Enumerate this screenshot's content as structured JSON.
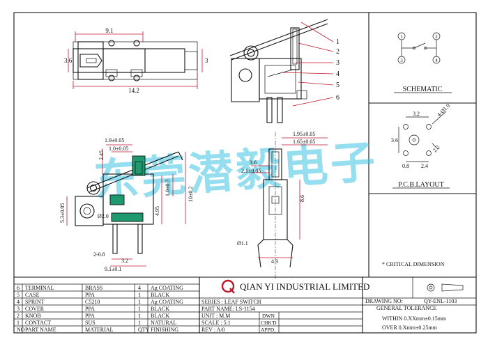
{
  "watermark": "东莞潜毅电子",
  "company": {
    "name": "QIAN YI INDUSTRIAL LIMITED",
    "logo_letter": "Q"
  },
  "schematic": {
    "title": "SCHEMATIC",
    "pins": [
      "1",
      "2",
      "3",
      "4"
    ]
  },
  "pcb": {
    "title": "P.C.B.LAYOUT",
    "dims": [
      "3.2",
      "4-Ø1.0",
      "3.6",
      "0.8",
      "2.4",
      "2.2"
    ]
  },
  "critical_note": "* CRITICAL  DIMENSION",
  "callouts": [
    "1",
    "2",
    "3",
    "4",
    "5",
    "6"
  ],
  "top_view_dims": [
    "9.1",
    "3.6",
    "3",
    "14.2"
  ],
  "front_view_dims": [
    "1.9±0.05",
    "1.0±0.05",
    "2.45",
    "1.0±0.3",
    "10±0.2",
    "4.95",
    "5.3±0.05",
    "Ø2.0",
    "2-0.8",
    "3.2",
    "9.1±0.1"
  ],
  "side_view_dims": [
    "1.95±0.05",
    "1.65±0.05",
    "3.6",
    "2.1±0.05",
    "8.6",
    "Ø1.1",
    "4.3"
  ],
  "parts_table": {
    "rows": [
      {
        "no": "6",
        "name": "TERMINAL",
        "material": "BRASS",
        "qty": "4",
        "finishing": "Ag COATING"
      },
      {
        "no": "5",
        "name": "CASE",
        "material": "PPA",
        "qty": "1",
        "finishing": "BLACK"
      },
      {
        "no": "4",
        "name": "SPRINT",
        "material": "C5210",
        "qty": "1",
        "finishing": "Ag COATING"
      },
      {
        "no": "3",
        "name": "COVER",
        "material": "PPA",
        "qty": "1",
        "finishing": "BLACK"
      },
      {
        "no": "2",
        "name": "KNOB",
        "material": "PPA",
        "qty": "1",
        "finishing": "BLACK"
      },
      {
        "no": "1",
        "name": "CONTACT",
        "material": "SUS",
        "qty": "1",
        "finishing": "NATURAL"
      }
    ],
    "header": {
      "no": "NO",
      "name": "PART NAME",
      "material": "MATERIAL",
      "qty": "QTY",
      "finishing": "FINISHING"
    }
  },
  "title_block": {
    "series": "SERIES : LEAF SWITCH",
    "part_name": "PART NAME: LS-1154",
    "unit": "UNIT : M.M",
    "scale": "SCALE : 5:1",
    "rev": "REV  : A/0",
    "dwn": "DWN",
    "chkd": "CHK'D",
    "appd": "APPD.",
    "drawing_no_label": "DRAWING NO:",
    "drawing_no": "QY-ENL-1103",
    "general_tolerance": "GENERAL TOLERANCE",
    "tol_within": "WITHIN 0.XXmm±0.15mm",
    "tol_over": "OVER   0.Xmm±0.25mm"
  }
}
